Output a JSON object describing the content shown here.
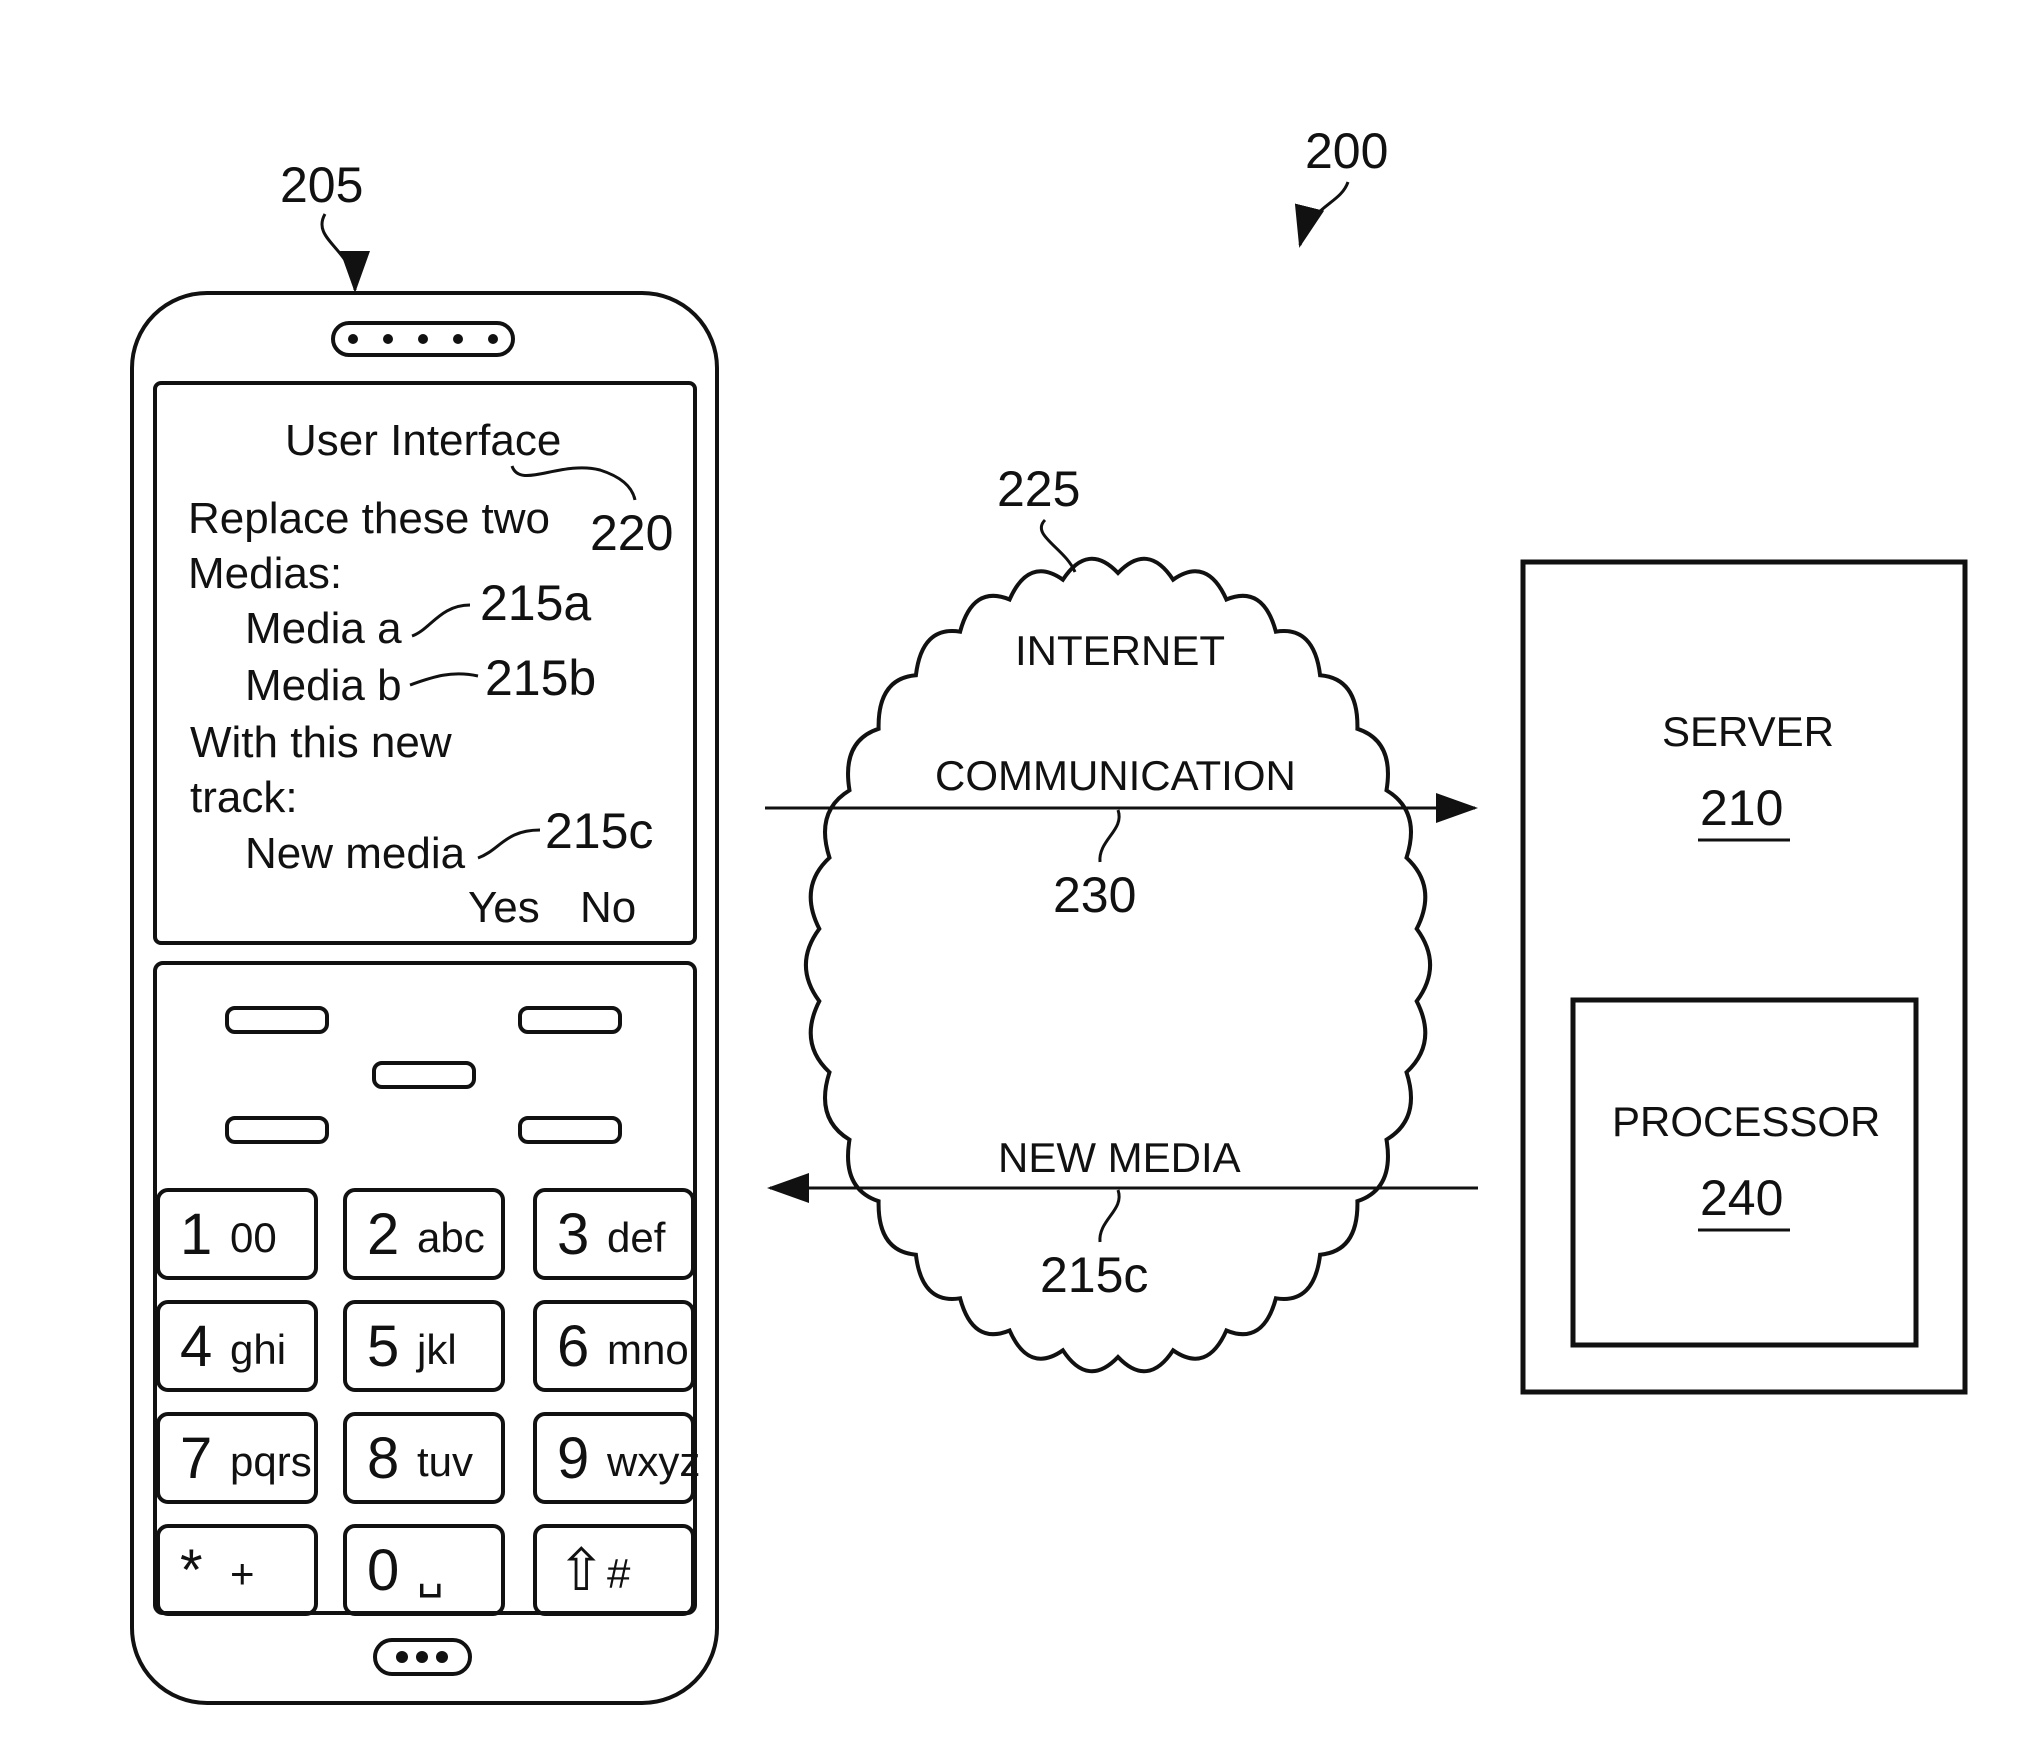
{
  "ref_numerals": {
    "system": "200",
    "device": "205",
    "server": "210",
    "ui": "220",
    "media_a": "215a",
    "media_b": "215b",
    "new_media": "215c",
    "network": "225",
    "communication": "230",
    "new_media_transfer": "215c",
    "processor": "240"
  },
  "screen": {
    "title": "User Interface",
    "line1": "Replace these two",
    "line2": "Medias:",
    "media_a": "Media a",
    "media_b": "Media b",
    "line3": "With this new",
    "line4": "track:",
    "new_media": "New media",
    "yes": "Yes",
    "no": "No"
  },
  "keypad": [
    {
      "digit": "1",
      "letters": "00"
    },
    {
      "digit": "2",
      "letters": "abc"
    },
    {
      "digit": "3",
      "letters": "def"
    },
    {
      "digit": "4",
      "letters": "ghi"
    },
    {
      "digit": "5",
      "letters": "jkl"
    },
    {
      "digit": "6",
      "letters": "mno"
    },
    {
      "digit": "7",
      "letters": "pqrs"
    },
    {
      "digit": "8",
      "letters": "tuv"
    },
    {
      "digit": "9",
      "letters": "wxyz"
    },
    {
      "digit": "*",
      "letters": "+"
    },
    {
      "digit": "0",
      "letters": "␣"
    },
    {
      "digit": "⇧",
      "letters": "#"
    }
  ],
  "cloud": {
    "label": "INTERNET",
    "comm_label": "COMMUNICATION",
    "media_label": "NEW MEDIA"
  },
  "server": {
    "label": "SERVER",
    "processor_label": "PROCESSOR"
  }
}
